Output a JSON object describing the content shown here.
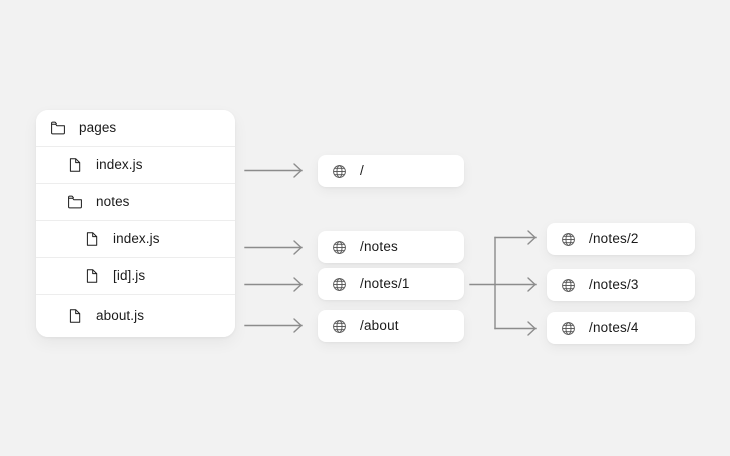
{
  "background_color": "#f2f2f2",
  "card_color": "#ffffff",
  "line_color": "#8c8c8c",
  "text_color": "#1a1a1a",
  "file_tree": {
    "items": [
      {
        "label": "pages",
        "icon": "folder-icon",
        "depth": 0
      },
      {
        "label": "index.js",
        "icon": "file-icon",
        "depth": 1
      },
      {
        "label": "notes",
        "icon": "folder-icon",
        "depth": 1
      },
      {
        "label": "index.js",
        "icon": "file-icon",
        "depth": 2
      },
      {
        "label": "[id].js",
        "icon": "file-icon",
        "depth": 2
      },
      {
        "label": "about.js",
        "icon": "file-icon",
        "depth": 1
      }
    ]
  },
  "routes": {
    "primary": [
      {
        "path": "/",
        "icon": "globe-icon"
      },
      {
        "path": "/notes",
        "icon": "globe-icon"
      },
      {
        "path": "/notes/1",
        "icon": "globe-icon"
      },
      {
        "path": "/about",
        "icon": "globe-icon"
      }
    ],
    "dynamic": [
      {
        "path": "/notes/2",
        "icon": "globe-icon"
      },
      {
        "path": "/notes/3",
        "icon": "globe-icon"
      },
      {
        "path": "/notes/4",
        "icon": "globe-icon"
      }
    ]
  }
}
